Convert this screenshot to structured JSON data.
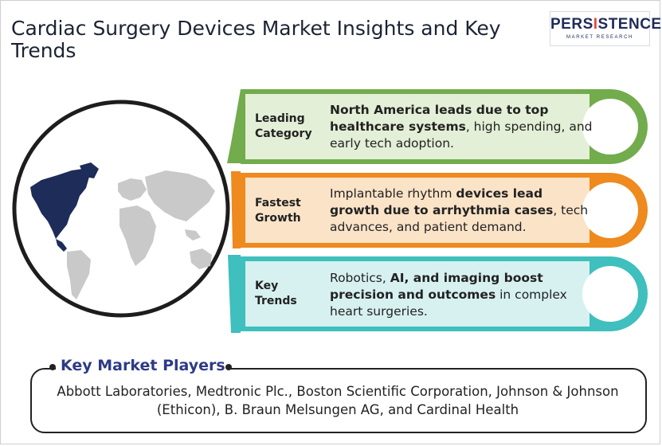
{
  "title": "Cardiac Surgery Devices Market Insights and Key Trends",
  "logo": {
    "pre": "PERS",
    "accent": "I",
    "post": "STENCE",
    "sub": "MARKET RESEARCH"
  },
  "colors": {
    "green": "#72ac4d",
    "orange": "#ee8a1e",
    "teal": "#3fbfbd",
    "navy": "#1d2c58",
    "players_title": "#2d3b86"
  },
  "rows": [
    {
      "label_line1": "Leading",
      "label_line2": "Category",
      "text_bold": "North America leads due to top healthcare systems",
      "text_rest": ", high spending, and early tech adoption."
    },
    {
      "label_line1": "Fastest",
      "label_line2": "Growth",
      "text_pre": "Implantable rhythm ",
      "text_bold": "devices lead growth due to arrhythmia cases",
      "text_rest": ", tech advances, and patient demand."
    },
    {
      "label_line1": "Key",
      "label_line2": "Trends",
      "text_pre": "Robotics, ",
      "text_bold": "AI, and imaging boost precision and outcomes",
      "text_rest": " in complex heart surgeries."
    }
  ],
  "players": {
    "title": "Key Market Players",
    "text": "Abbott Laboratories, Medtronic Plc., Boston Scientific Corporation, Johnson & Johnson (Ethicon), B. Braun Melsungen AG, and Cardinal Health"
  }
}
